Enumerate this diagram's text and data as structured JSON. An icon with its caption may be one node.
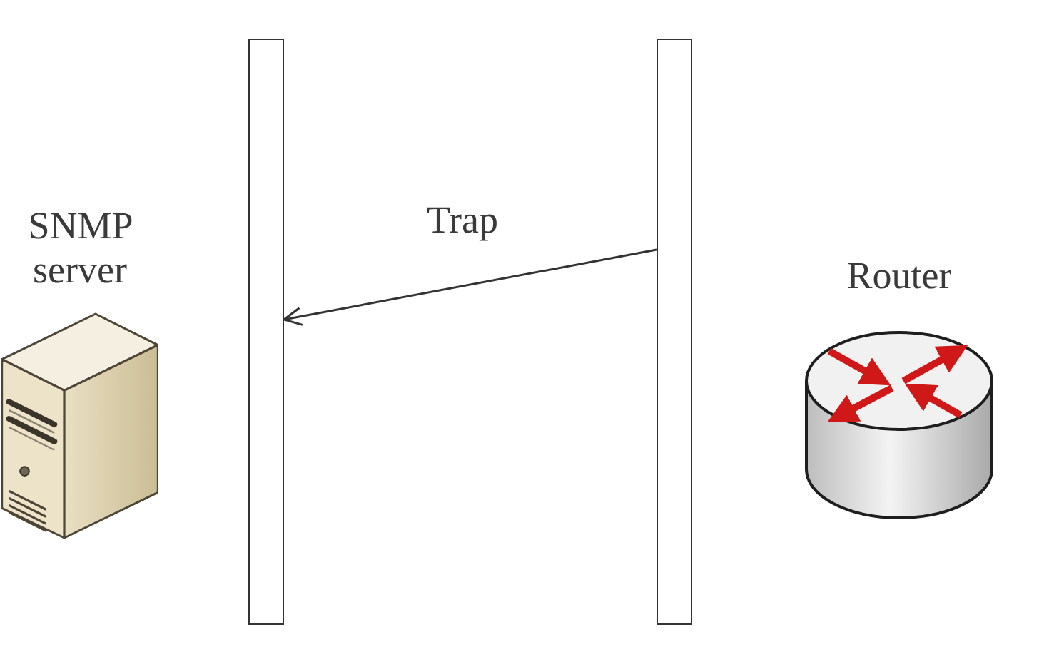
{
  "diagram": {
    "nodes": [
      {
        "text": [
          "SNMP server"
        ]
      },
      {
        "text": [],
        "shape": "bar"
      },
      {
        "text": [],
        "shape": "bar"
      },
      {
        "text": [
          "Router"
        ]
      }
    ],
    "edges": [
      {
        "from": 2,
        "to": 1,
        "arrow": "to",
        "label": "Trap"
      }
    ]
  }
}
